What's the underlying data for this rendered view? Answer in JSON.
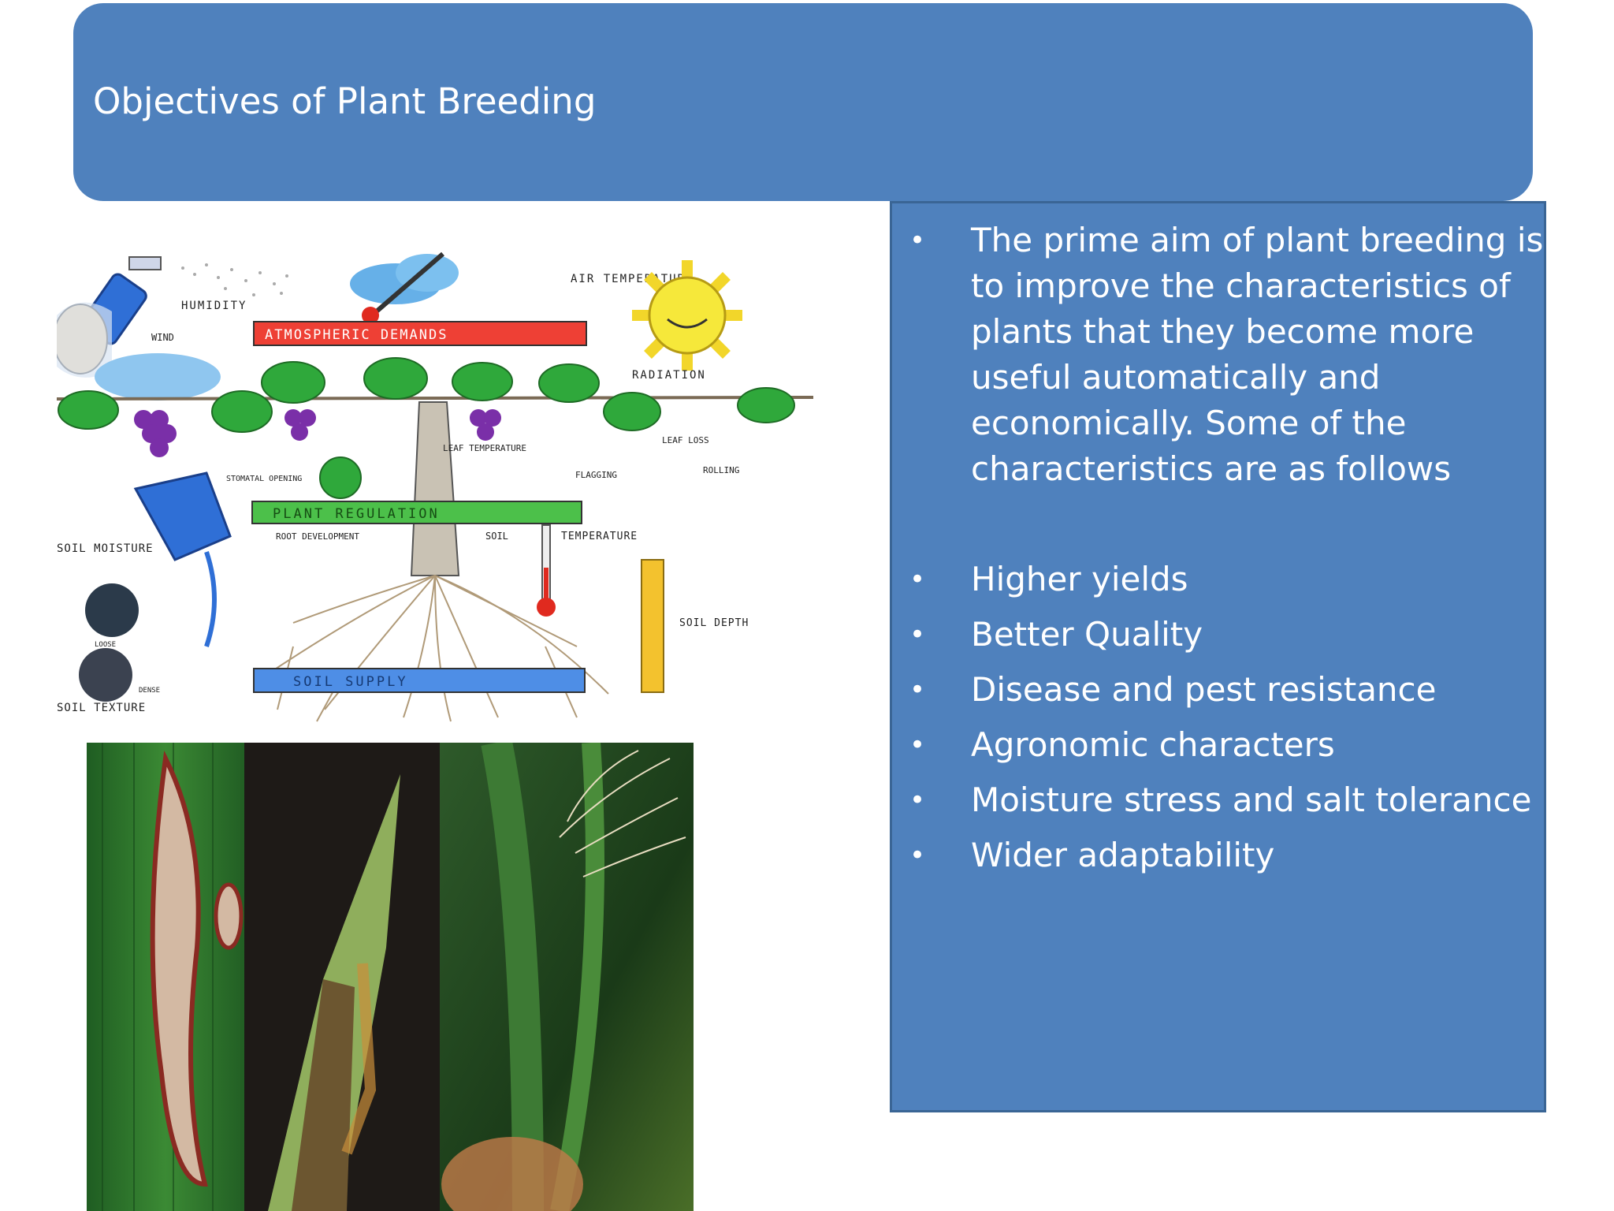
{
  "slide": {
    "title": "Objectives of Plant Breeding",
    "intro": "The prime aim of plant breeding is to improve the characteristics of plants that they become more useful automatically and economically. Some of the characteristics are as follows",
    "bullet_symbol": "•",
    "items": [
      "Higher yields",
      "Better Quality",
      "Disease and pest resistance",
      "Agronomic characters",
      "Moisture stress and salt tolerance",
      "Wider adaptability"
    ]
  },
  "diagram": {
    "labels": {
      "air_temperature": "AIR TEMPERATURE",
      "humidity": "HUMIDITY",
      "wind": "WIND",
      "atmospheric_demands": "ATMOSPHERIC DEMANDS",
      "radiation": "RADIATION",
      "leaf_temperature": "LEAF TEMPERATURE",
      "leaf_loss": "LEAF LOSS",
      "stomatal_opening": "STOMATAL OPENING",
      "flagging": "FLAGGING",
      "rolling": "ROLLING",
      "plant_regulation": "PLANT REGULATION",
      "soil_moisture": "SOIL MOISTURE",
      "root_development": "ROOT DEVELOPMENT",
      "soil": "SOIL",
      "temperature": "TEMPERATURE",
      "soil_depth": "SOIL DEPTH",
      "soil_supply": "SOIL SUPPLY",
      "soil_texture": "SOIL TEXTURE",
      "loose": "LOOSE",
      "dense": "DENSE"
    }
  },
  "colors": {
    "title_bar": "#4f81bd",
    "content_box": "#4f81bd",
    "text": "#ffffff",
    "atmospheric_band": "#ee4035",
    "plant_band": "#4cc04a",
    "soil_band": "#4e8ee6"
  }
}
